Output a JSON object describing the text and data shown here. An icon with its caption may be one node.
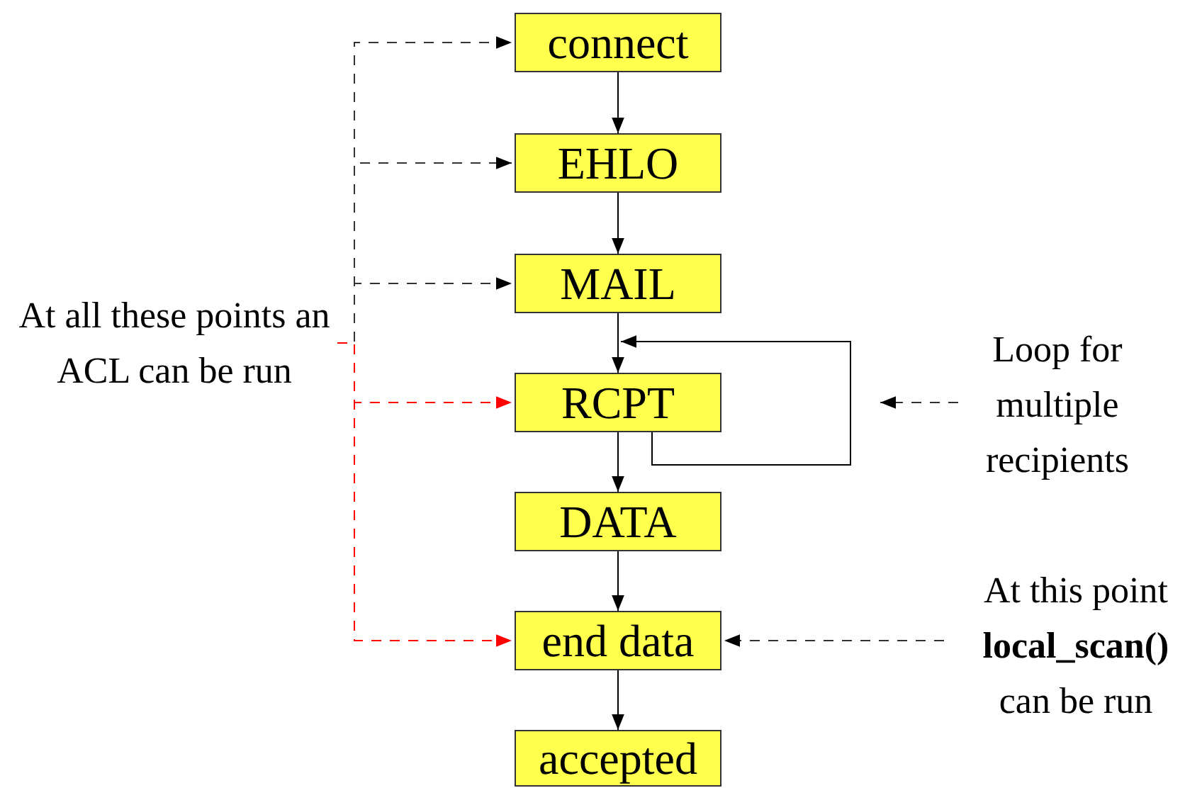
{
  "diagram": {
    "nodes": [
      {
        "text": [
          "connect"
        ]
      },
      {
        "text": [
          "EHLO"
        ]
      },
      {
        "text": [
          "MAIL"
        ]
      },
      {
        "text": [
          "RCPT"
        ]
      },
      {
        "text": [
          "DATA"
        ]
      },
      {
        "text": [
          "end data"
        ]
      },
      {
        "text": [
          "accepted"
        ]
      },
      {
        "text": [
          "At all these points an ACL can be run"
        ]
      },
      {
        "text": [
          "Loop for multiple recipients"
        ]
      },
      {
        "text": [
          "At this point **local_scan()** can be run"
        ]
      }
    ],
    "edges": [
      {
        "from": 0,
        "to": 1,
        "arrow": "to"
      },
      {
        "from": 1,
        "to": 2,
        "arrow": "to"
      },
      {
        "from": 2,
        "to": 3,
        "arrow": "to"
      },
      {
        "from": 3,
        "to": 4,
        "arrow": "to"
      },
      {
        "from": 4,
        "to": 5,
        "arrow": "to"
      },
      {
        "from": 5,
        "to": 6,
        "arrow": "to"
      },
      {
        "from": 3,
        "to": 3,
        "arrow": "to"
      },
      {
        "from": 7,
        "to": 0,
        "arrow": "to",
        "style": "dashed"
      },
      {
        "from": 7,
        "to": 1,
        "arrow": "to",
        "style": "dashed"
      },
      {
        "from": 7,
        "to": 2,
        "arrow": "to",
        "style": "dashed"
      },
      {
        "from": 7,
        "to": 3,
        "arrow": "to",
        "style": "dashed",
        "color": "#ff0000"
      },
      {
        "from": 7,
        "to": 5,
        "arrow": "to",
        "style": "dashed",
        "color": "#ff0000"
      },
      {
        "from": 8,
        "to": null,
        "arrow": "to",
        "style": "dashed"
      },
      {
        "from": 9,
        "to": 5,
        "arrow": "to",
        "style": "dashed"
      }
    ]
  }
}
